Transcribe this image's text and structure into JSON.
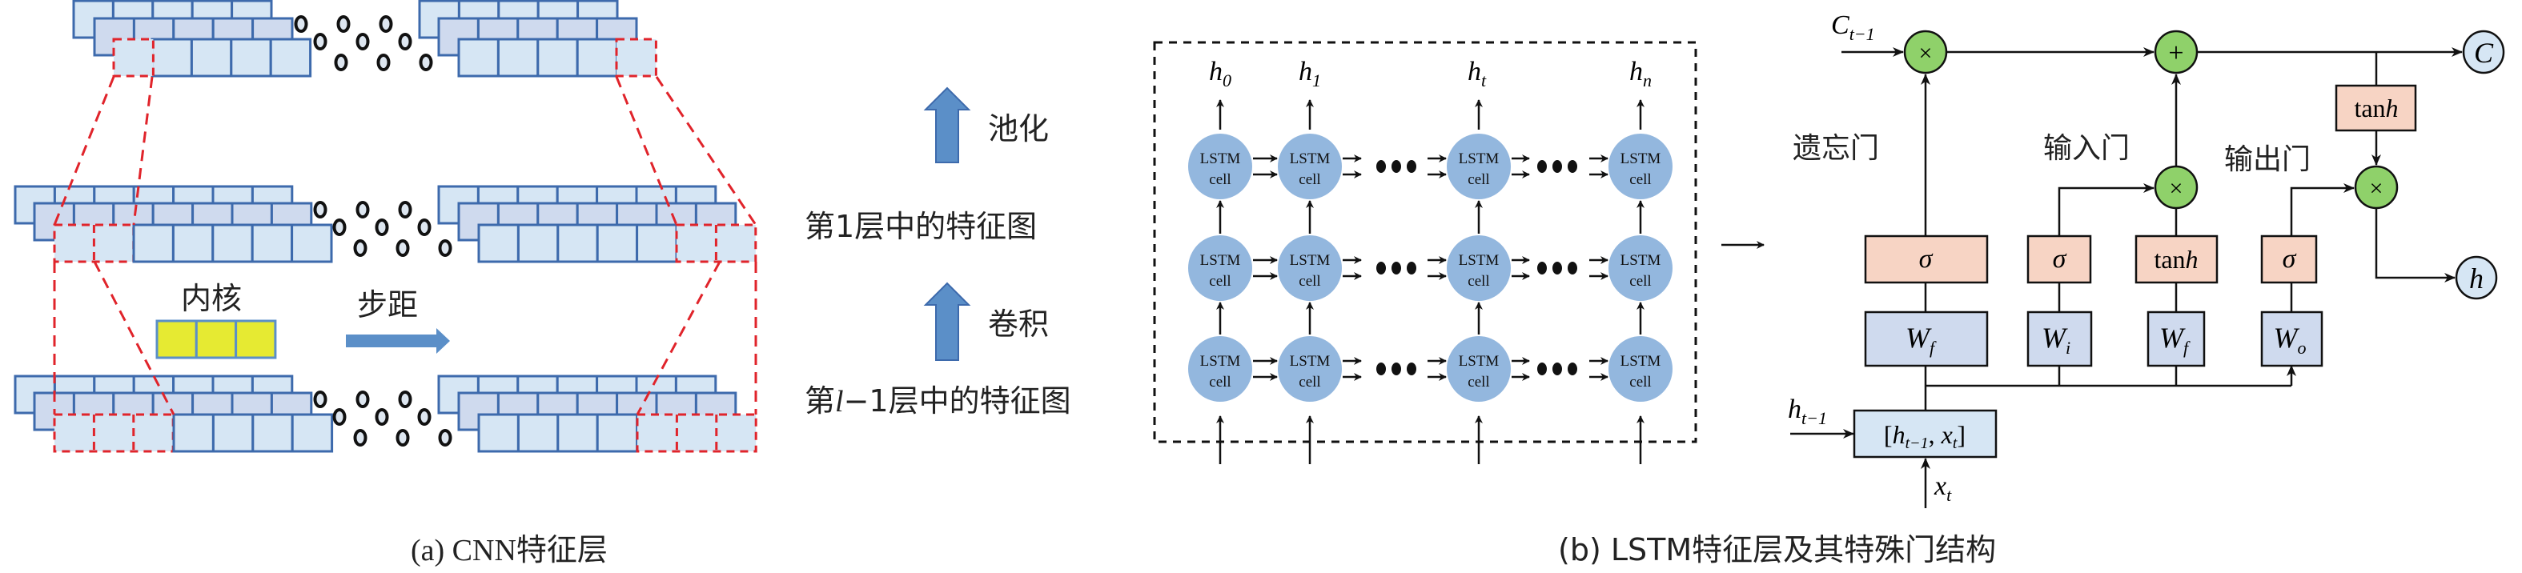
{
  "panel_a": {
    "kernel_label": "内核",
    "stride_label": "步距",
    "pooling_label": "池化",
    "conv_label": "卷积",
    "layer_l_label": "第1层中的特征图",
    "layer_l_minus_1": {
      "prefix": "第",
      "var": "l",
      "rest": "−1层中的特征图"
    },
    "caption": "(a) CNN特征层"
  },
  "panel_b": {
    "cell_line1": "LSTM",
    "cell_line2": "cell",
    "outputs": [
      {
        "base": "h",
        "sub": "0"
      },
      {
        "base": "h",
        "sub": "1"
      },
      {
        "base": "h",
        "sub": "t"
      },
      {
        "base": "h",
        "sub": "n"
      }
    ],
    "caption": "(b) LSTM特征层及其特殊门结构"
  },
  "gate": {
    "c_prev": {
      "base": "C",
      "sub": "t−1"
    },
    "h_prev": {
      "base": "h",
      "sub": "t−1"
    },
    "x_t": {
      "base": "x",
      "sub": "t"
    },
    "concat": {
      "open": "[",
      "h": "h",
      "hsub": "t−1",
      "sep": ", ",
      "x": "x",
      "xsub": "t",
      "close": "]"
    },
    "forget_gate": "遗忘门",
    "input_gate": "输入门",
    "output_gate": "输出门",
    "sigma": "σ",
    "tanh": {
      "fn": "tan",
      "var": "h"
    },
    "weights": [
      {
        "base": "W",
        "sub": "f"
      },
      {
        "base": "W",
        "sub": "i"
      },
      {
        "base": "W",
        "sub": "f"
      },
      {
        "base": "W",
        "sub": "o"
      }
    ],
    "multiply": "×",
    "add": "+",
    "out_c": "C",
    "out_h": "h"
  },
  "colors": {
    "cell_fill": "#d6e6f4",
    "cell_fill_mid": "#cfdaee",
    "cell_stroke": "#3d6aac",
    "dash_red": "#e0242b",
    "kernel": "#e6ea32",
    "arrow_blue": "#5b8fc8",
    "lstm_cell": "#93b7de",
    "op_green": "#8fd16a",
    "act_pink": "#f7d4c4",
    "weight_blue": "#cfdaee",
    "out_blue": "#d6e6f4"
  }
}
